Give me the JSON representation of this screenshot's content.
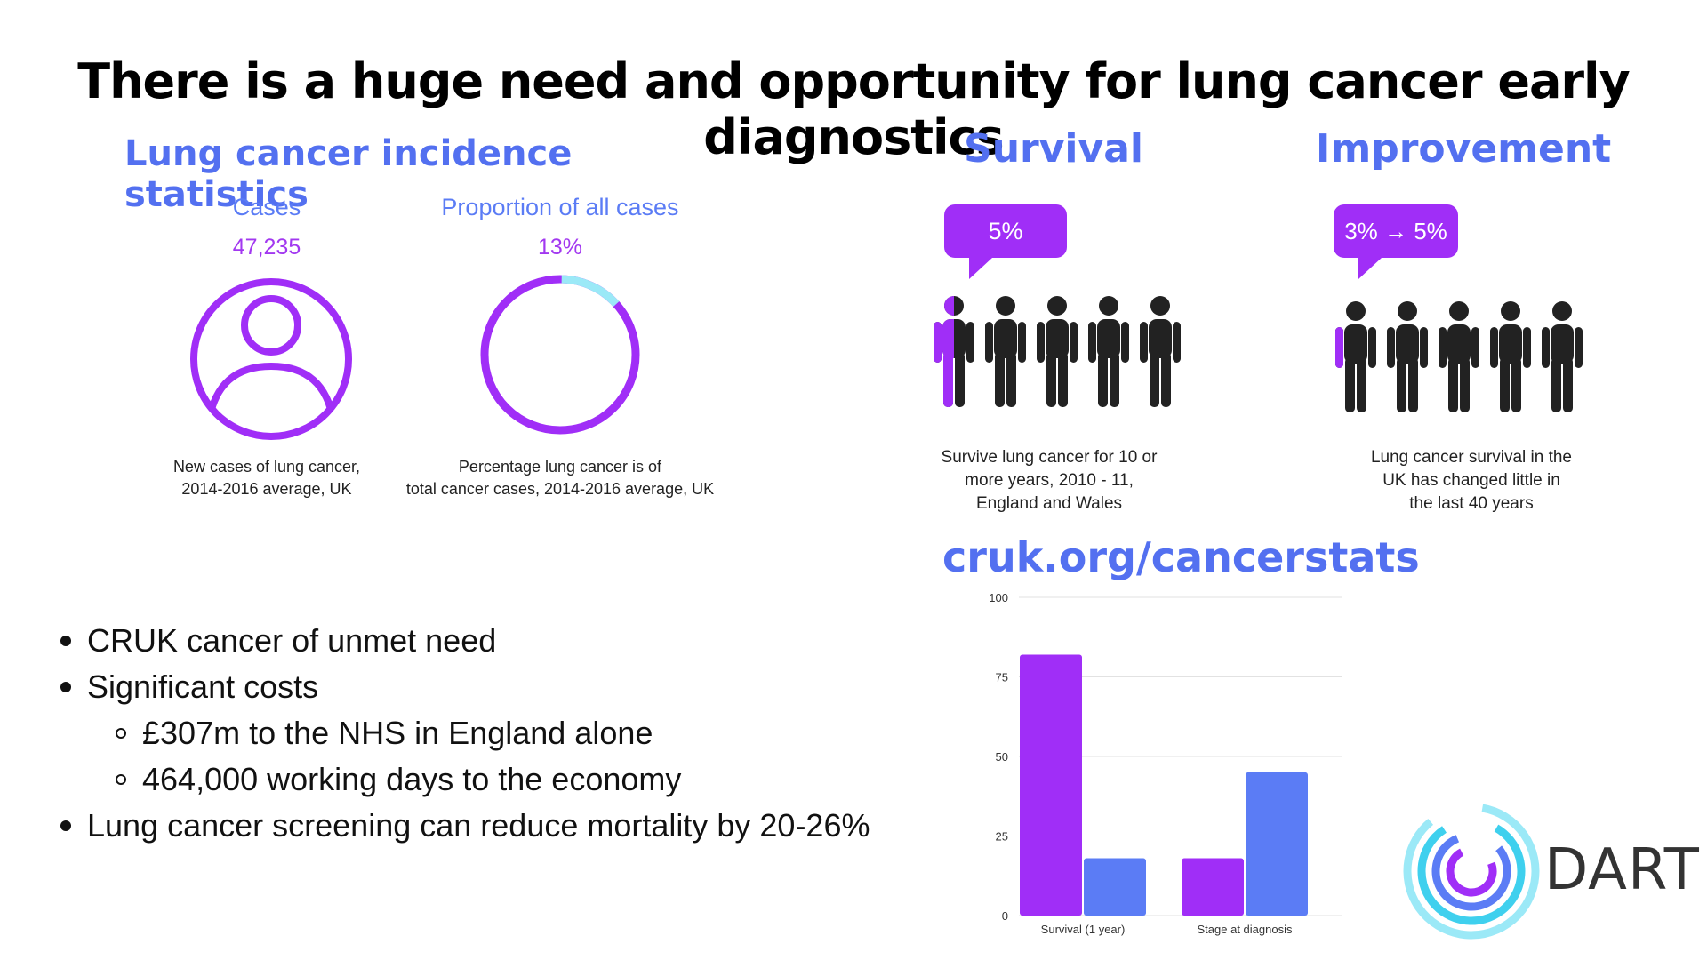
{
  "title": "There is a huge need and opportunity for lung cancer early diagnostics",
  "incidence": {
    "title": "Lung cancer incidence statistics",
    "cases_label": "Cases",
    "cases_value": "47,235",
    "cases_caption_1": "New cases of lung cancer,",
    "cases_caption_2": "2014-2016 average, UK",
    "proportion_label": "Proportion of all cases",
    "proportion_value": "13%",
    "proportion_fraction": 0.13,
    "proportion_caption_1": "Percentage lung cancer is of",
    "proportion_caption_2": "total cancer cases, 2014-2016 average, UK"
  },
  "survival": {
    "title": "Survival",
    "bubble": "5%",
    "caption_1": "Survive lung cancer for 10 or",
    "caption_2": "more years, 2010 - 11,",
    "caption_3": "England and Wales"
  },
  "improvement": {
    "title": "Improvement",
    "bubble": "3% → 5%",
    "caption_1": "Lung cancer survival in the",
    "caption_2": "UK has changed little in",
    "caption_3": "the last 40 years"
  },
  "source_link": "cruk.org/cancerstats",
  "bullets": {
    "b1": "CRUK cancer of unmet need",
    "b2": "Significant costs",
    "b2a": "£307m to the NHS in England alone",
    "b2b": "464,000 working days to the economy",
    "b3": "Lung cancer screening can reduce mortality by 20-26%"
  },
  "logo_text": "DART",
  "colors": {
    "purple": "#a02ef7",
    "blue": "#5b7cf5",
    "title_blue": "#5370f0",
    "cyan": "#9be9f7",
    "figure": "#222222"
  },
  "chart_data": {
    "type": "bar",
    "categories": [
      "Survival (1 year)",
      "Stage at diagnosis"
    ],
    "series": [
      {
        "values": [
          82,
          18
        ]
      },
      {
        "values": [
          18,
          45
        ]
      }
    ],
    "series_colors": [
      "#a02ef7",
      "#5b7cf5"
    ],
    "ylim": [
      0,
      100
    ],
    "yticks": [
      0,
      25,
      50,
      75,
      100
    ],
    "grid": true
  }
}
